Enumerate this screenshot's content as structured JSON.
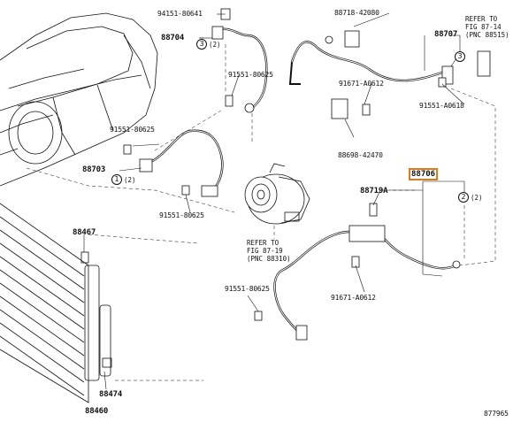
{
  "labels": {
    "p94151": "94151-80641",
    "p88704": "88704",
    "p88718": "88718-42080",
    "p88707": "88707",
    "refer_top": "REFER TO\nFIG 87-14\n(PNC 88515)",
    "p91551_80625_a": "91551-80625",
    "p91671_a": "91671-A0612",
    "p91551_a0618": "91551-A0618",
    "p91551_80625_b": "91551-80625",
    "p88703": "88703",
    "p88698": "88698-42470",
    "p88706": "88706",
    "p88719": "88719A",
    "p91551_80625_c": "91551-80625",
    "p88467": "88467",
    "refer_mid": "REFER TO\nFIG 87-19\n(PNC 88310)",
    "p91551_80625_d": "91551-80625",
    "p91671_b": "91671-A0612",
    "p88474": "88474",
    "p88460": "88460",
    "diagram_id": "877965"
  },
  "callouts": {
    "c3": "3",
    "c3_paren": "(2)",
    "c1": "1",
    "c1_paren": "(2)",
    "c2": "2",
    "c2_paren": "(2)",
    "c3b": "3"
  },
  "colors": {
    "highlight": "#e07b1a",
    "line": "#111111"
  }
}
